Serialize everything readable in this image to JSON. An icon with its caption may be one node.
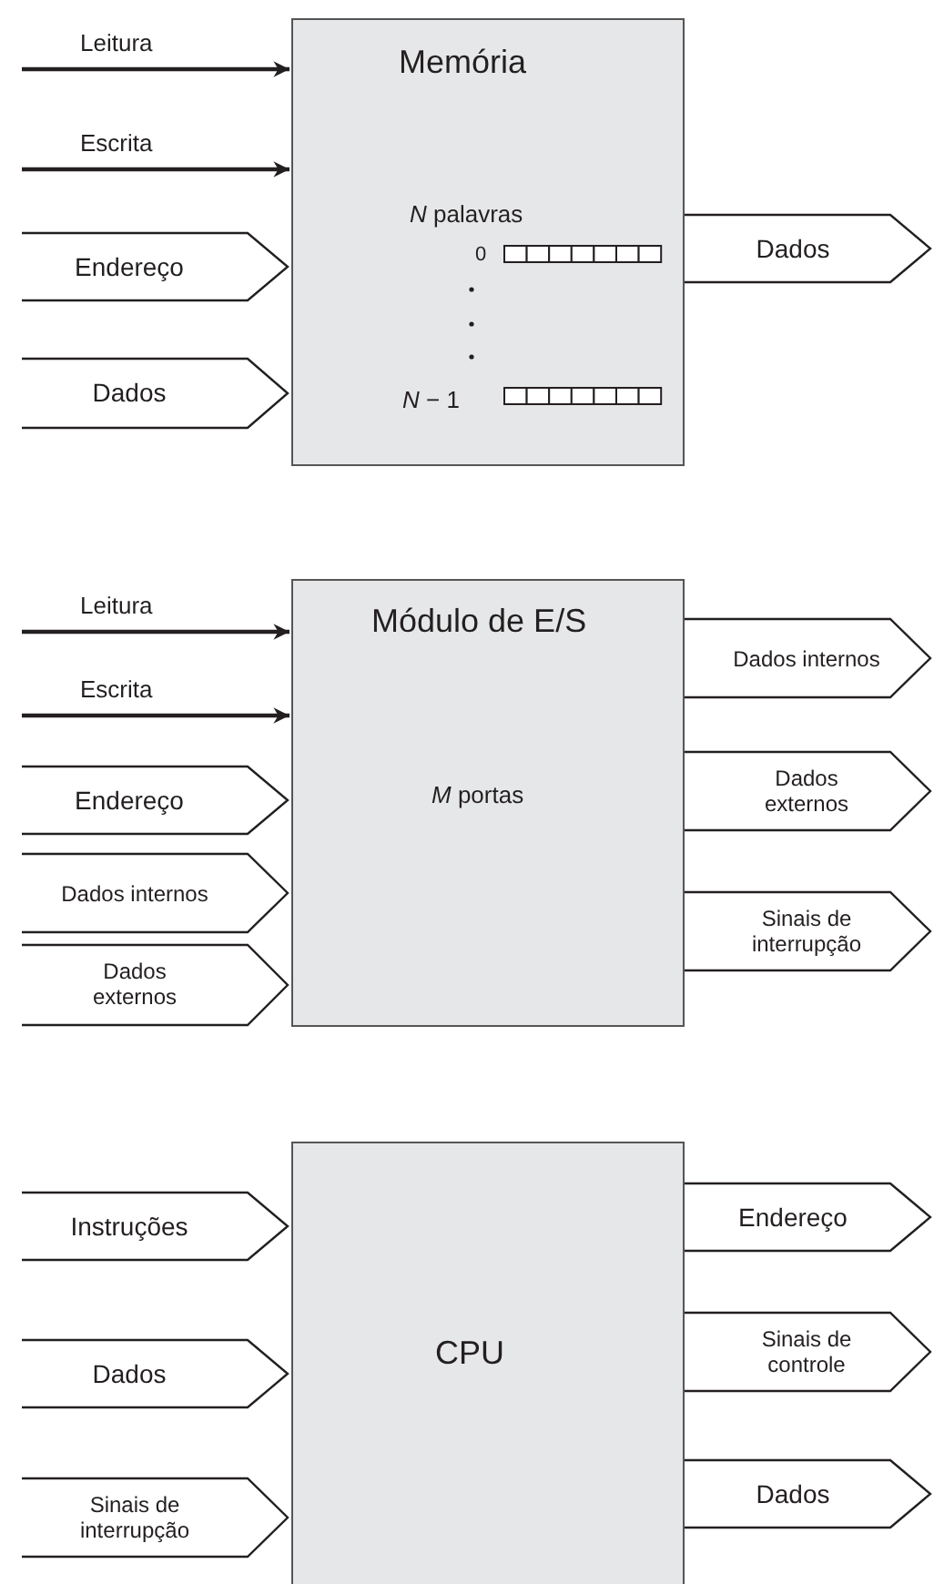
{
  "diagram": {
    "nodes": [
      {
        "text": [
          "Memória",
          "*N* palavras",
          "0",
          "*N* − 1"
        ]
      },
      {
        "text": [
          "Endereço"
        ]
      },
      {
        "text": [
          "Dados"
        ]
      },
      {
        "text": [
          "Dados"
        ]
      },
      {
        "text": [
          "Módulo de E/S",
          "*M* portas"
        ]
      },
      {
        "text": [
          "Endereço"
        ]
      },
      {
        "text": [
          "Dados internos"
        ]
      },
      {
        "text": [
          "Dados externos"
        ]
      },
      {
        "text": [
          "Dados internos"
        ]
      },
      {
        "text": [
          "Dados externos"
        ]
      },
      {
        "text": [
          "Sinais de interrupção"
        ]
      },
      {
        "text": [
          "CPU"
        ]
      },
      {
        "text": [
          "Instruções"
        ]
      },
      {
        "text": [
          "Dados"
        ]
      },
      {
        "text": [
          "Sinais de interrupção"
        ]
      },
      {
        "text": [
          "Endereço"
        ]
      },
      {
        "text": [
          "Sinais de controle"
        ]
      },
      {
        "text": [
          "Dados"
        ]
      }
    ],
    "edges": [
      {
        "from": null,
        "to": 0,
        "arrow": "to",
        "label": "Leitura"
      },
      {
        "from": null,
        "to": 0,
        "arrow": "to",
        "label": "Escrita"
      },
      {
        "from": null,
        "to": 4,
        "arrow": "to",
        "label": "Leitura"
      },
      {
        "from": null,
        "to": 4,
        "arrow": "to",
        "label": "Escrita"
      }
    ]
  }
}
